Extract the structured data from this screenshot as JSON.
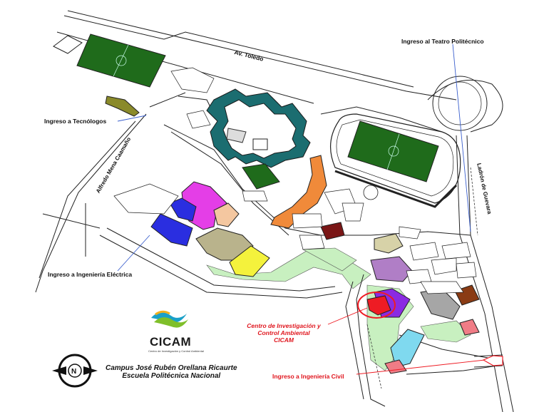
{
  "labels": {
    "av_toledo": "Av. Toledo",
    "ingreso_tecnologos": "Ingreso a Tecnólogos",
    "alfredo": "Alfredo Mena Caamaño",
    "ladron": "Ladrón de Guevara",
    "ingreso_teatro": "Ingreso al Teatro Politécnico",
    "ingreso_electrica": "Ingreso a Ingeniería Eléctrica",
    "ingreso_civil": "Ingreso a Ingeniería Civil",
    "cicam_line1": "Centro de Investigación y",
    "cicam_line2": "Control Ambiental",
    "cicam_line3": "CICAM"
  },
  "logo": {
    "name": "CICAM",
    "subtitle": "Centro de Investigación y Control Ambiental"
  },
  "campus": {
    "line1": "Campus José Rubén Orellana Ricaurte",
    "line2": "Escuela Politécnica Nacional"
  },
  "colors": {
    "field_green": "#1f6b1b",
    "teal": "#1b6d70",
    "magenta": "#e43ee7",
    "blue": "#2a2ee0",
    "orange": "#f08a3a",
    "yellow": "#f4f23c",
    "tan": "#b9b38c",
    "purple": "#b07ec6",
    "highlight_red": "#ee1c24",
    "gray": "#a6a6a6",
    "brown": "#8a3b14",
    "pink": "#f07c86",
    "cyan": "#7fd9ef",
    "light_green": "#c8f0c0",
    "dark_red": "#7a1616",
    "olive": "#8a8a2a"
  },
  "icons": [
    "north-arrow-icon",
    "cicam-logo-icon"
  ]
}
